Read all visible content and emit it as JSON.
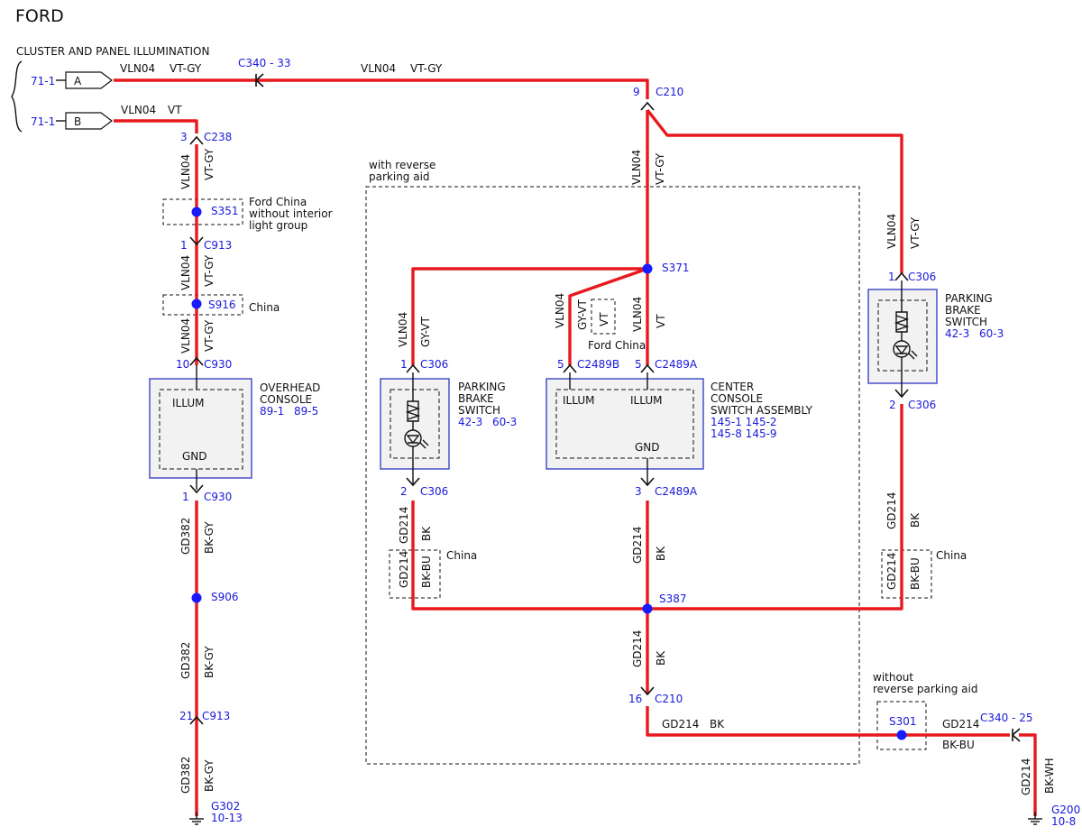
{
  "header": {
    "brand": "FORD",
    "circuit_title": "CLUSTER AND PANEL ILLUMINATION"
  },
  "colors": {
    "wire": "#e8191e",
    "reference_text": "#1a1adc",
    "splice_dot": "#1a1aff",
    "component_border": "#3b44c8",
    "component_fill": "#f2f2f2"
  },
  "page_refs": {
    "flag_a": "71-1",
    "flag_b": "71-1",
    "overhead_console": [
      "89-1",
      "89-5"
    ],
    "parking_brake_left": [
      "42-3",
      "60-3"
    ],
    "parking_brake_right": [
      "42-3",
      "60-3"
    ],
    "center_console": [
      "145-1 145-2",
      "145-8 145-9"
    ],
    "g302": "10-13",
    "g200": "10-8"
  },
  "flags": {
    "a": "A",
    "b": "B"
  },
  "wires": {
    "vln04": "VLN04",
    "gd382": "GD382",
    "gd214": "GD214",
    "vt_gy": "VT-GY",
    "vt": "VT",
    "gy_vt": "GY-VT",
    "bk_gy": "BK-GY",
    "bk": "BK",
    "bk_bu": "BK-BU",
    "bk_wh": "BK-WH"
  },
  "connectors": {
    "c340_33": "C340 - 33",
    "c340_25": "C340 - 25",
    "c210": "C210",
    "c238": "C238",
    "c913": "C913",
    "c930": "C930",
    "c306": "C306",
    "c2489a": "C2489A",
    "c2489b": "C2489B"
  },
  "pins": {
    "p1": "1",
    "p2": "2",
    "p3": "3",
    "p5": "5",
    "p9": "9",
    "p10": "10",
    "p16": "16",
    "p21": "21"
  },
  "splices": {
    "s351": "S351",
    "s916": "S916",
    "s906": "S906",
    "s371": "S371",
    "s387": "S387",
    "s301": "S301"
  },
  "grounds": {
    "g302": "G302",
    "g200": "G200"
  },
  "notes": {
    "ford_china_no_interior_1": "Ford China",
    "ford_china_no_interior_2": "without interior",
    "ford_china_no_interior_3": "light group",
    "china": "China",
    "ford_china": "Ford China",
    "with_rpa_1": "with reverse",
    "with_rpa_2": "parking aid",
    "without_rpa_1": "without",
    "without_rpa_2": "reverse parking aid"
  },
  "components": {
    "overhead_console": {
      "name_1": "OVERHEAD",
      "name_2": "CONSOLE",
      "illum": "ILLUM",
      "gnd": "GND"
    },
    "parking_brake_switch": {
      "name_1": "PARKING",
      "name_2": "BRAKE",
      "name_3": "SWITCH"
    },
    "center_console": {
      "name_1": "CENTER",
      "name_2": "CONSOLE",
      "name_3": "SWITCH ASSEMBLY",
      "illum": "ILLUM",
      "gnd": "GND"
    }
  }
}
